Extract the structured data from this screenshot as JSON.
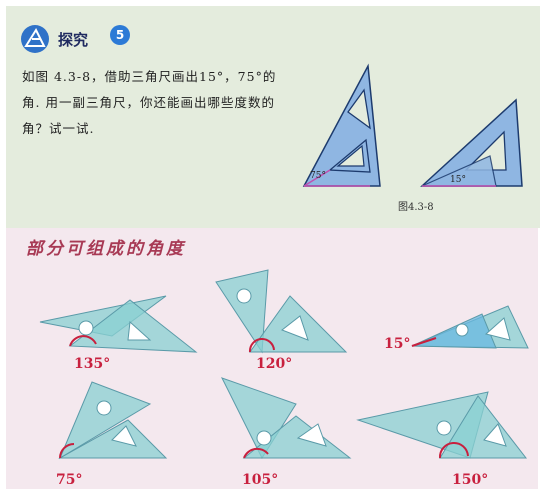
{
  "explore": {
    "title": "探究",
    "badge": "5",
    "problem_text": "如图 4.3-8，借助三角尺画出15°，75°的角. 用一副三角尺，你还能画出哪些度数的角？试一试.",
    "fig_angle_1": "75°",
    "fig_angle_2": "15°",
    "fig_caption": "图4.3-8"
  },
  "combos": {
    "title": "部分可组成的角度",
    "angles": [
      "135°",
      "120°",
      "15°",
      "75°",
      "105°",
      "150°"
    ]
  },
  "colors": {
    "top_bg": "#e4ecdd",
    "bottom_bg": "#f4e8ee",
    "triangle_blue": "#8fb6e2",
    "triangle_teal": "#7fd0d6",
    "angle_red": "#c8203e"
  }
}
